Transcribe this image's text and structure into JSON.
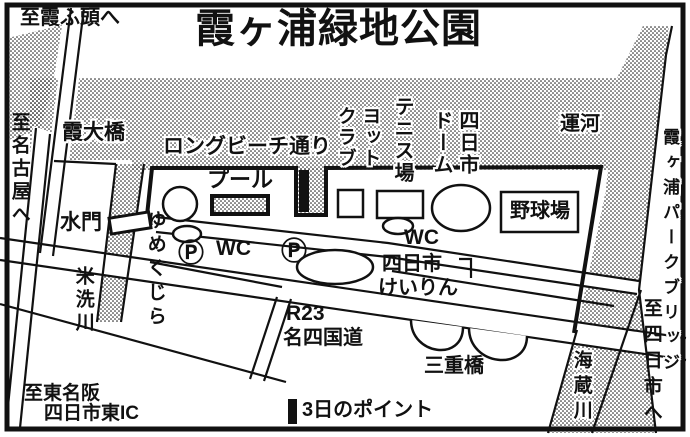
{
  "title": "霞ヶ浦緑地公園",
  "colors": {
    "ink": "#111111",
    "paper": "#ffffff"
  },
  "legend": {
    "marker_label": "3日のポイント"
  },
  "labels": {
    "to_kasumi_wharf": "至霞ふ頭へ",
    "kasumi_ohashi": "霞大橋",
    "to_nagoya": "至名古屋へ",
    "long_beach_street": "ロングビーチ通り",
    "pool": "プール",
    "yacht_club": "ヨット\nクラブ",
    "tennis_court": "テニス場",
    "yokkaichi_dome": "四日市\nドーム",
    "canal": "運河",
    "baseball_field": "野球場",
    "park_bridge": "霞ヶ浦パークブリッジ",
    "sluice_gate": "水門",
    "yume_kujira": "ゆめくじら",
    "wc_west": "WC",
    "wc_east": "WC",
    "parking": "Ⓟ",
    "yonearai_river": "米洗川",
    "keirin_line1": "四日市",
    "keirin_line2": "けいりん",
    "route_r23": "R23",
    "meishi_national_road": "名四国道",
    "mie_bridge": "三重橋",
    "kaizo_river": "海蔵川",
    "to_yokkaichi": "至四日市へ",
    "to_higashimeihan_line1": "至東名阪",
    "to_higashimeihan_line2": "四日市東IC"
  }
}
